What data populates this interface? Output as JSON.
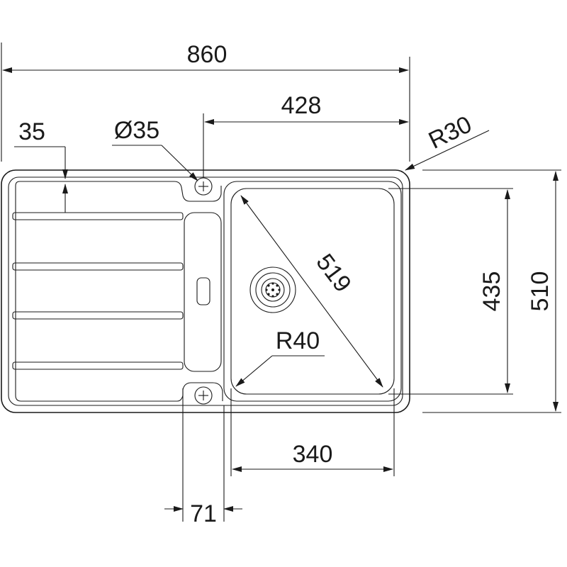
{
  "dimensions": {
    "overall_width": "860",
    "bowl_offset_width": "428",
    "drainer_edge": "35",
    "tap_hole_diameter": "Ø35",
    "corner_radius_outer": "R30",
    "bowl_diagonal": "519",
    "bowl_corner_radius": "R40",
    "bowl_depth": "435",
    "overall_depth": "510",
    "bowl_width": "340",
    "divider_width": "71"
  }
}
